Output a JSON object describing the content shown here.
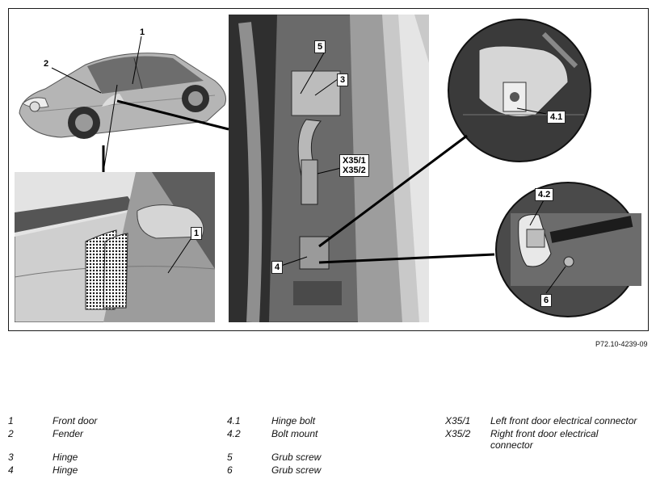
{
  "figure": {
    "reference": "P72.10-4239-09",
    "callouts": {
      "car_1": "1",
      "car_2": "2",
      "detail_1": "1",
      "hinge_5": "5",
      "hinge_3": "3",
      "x35_1": "X35/1",
      "x35_2": "X35/2",
      "hinge_4": "4",
      "c41": "4.1",
      "c42": "4.2",
      "c6": "6"
    }
  },
  "legend": [
    {
      "id": "1",
      "text": "Front door"
    },
    {
      "id": "2",
      "text": "Fender"
    },
    {
      "id": "3",
      "text": "Hinge"
    },
    {
      "id": "4",
      "text": "Hinge"
    },
    {
      "id": "4.1",
      "text": "Hinge bolt"
    },
    {
      "id": "4.2",
      "text": "Bolt mount"
    },
    {
      "id": "5",
      "text": "Grub screw"
    },
    {
      "id": "6",
      "text": "Grub screw"
    },
    {
      "id": "X35/1",
      "text": "Left front door electrical connector"
    },
    {
      "id": "X35/2",
      "text": "Right front door electrical connector"
    }
  ],
  "colors": {
    "frame": "#1a1a1a",
    "photo_dark": "#3a3a3a",
    "photo_mid": "#8a8a8a",
    "photo_light": "#d9d9d9"
  }
}
